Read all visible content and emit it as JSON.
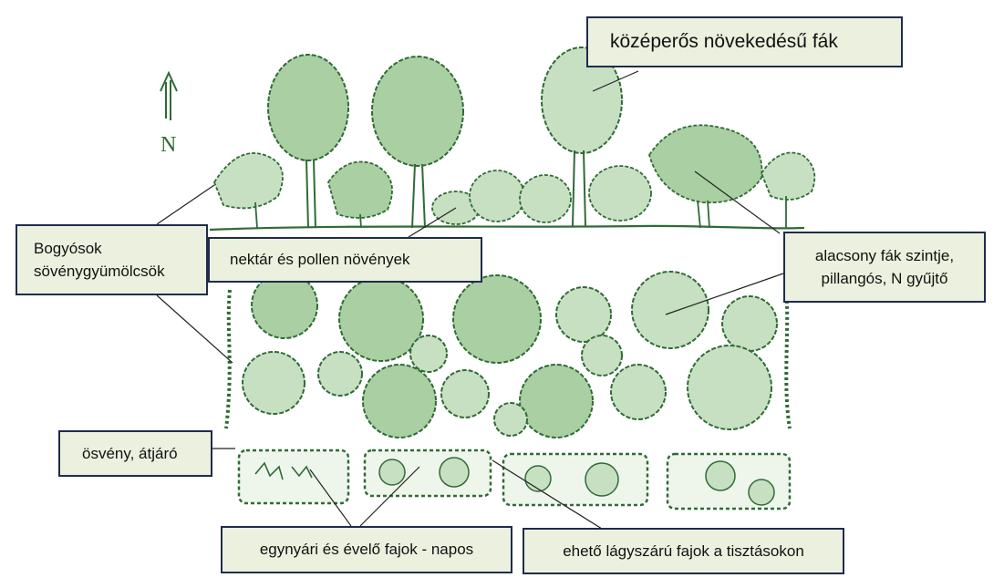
{
  "compass": {
    "letter": "N"
  },
  "labels": {
    "kozeperos": "középerős növekedésű fák",
    "bogyosok_line1": "Bogyósok",
    "bogyosok_line2": "sövénygyümölcsök",
    "nektar": "nektár és pollen növények",
    "alacsony_line1": "alacsony fák szintje,",
    "alacsony_line2": "pillangós, N gyűjtő",
    "osveny": "ösvény, átjáró",
    "egynyari": "egynyári és évelő fajok - napos",
    "eheto": "ehető lágyszárú fajok a tisztásokon"
  },
  "colors": {
    "foliage_fill": "#a9cfa3",
    "foliage_light": "#c7e0c2",
    "ink_green": "#2f6b35",
    "box_fill": "#ebf1de",
    "box_border": "#1f2c4c",
    "leader_line": "#222222"
  }
}
